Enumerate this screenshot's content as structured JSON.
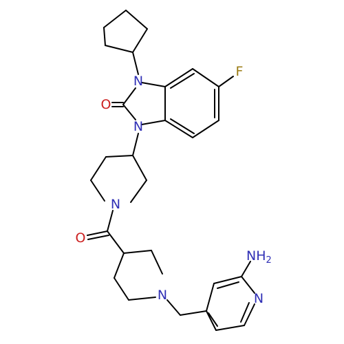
{
  "colors": {
    "background": "#ffffff",
    "bond": "#000000",
    "N": "#2f2fb5",
    "O": "#cc2020",
    "F": "#9a7a10"
  },
  "atoms": {
    "f": "F",
    "o": "O",
    "n_top": "N",
    "n_bot": "N",
    "n_pip1": "N",
    "o_carbonyl": "O",
    "n_pip2": "N",
    "n_pyr": "N",
    "amine": "NH",
    "amine_sub": "2"
  }
}
